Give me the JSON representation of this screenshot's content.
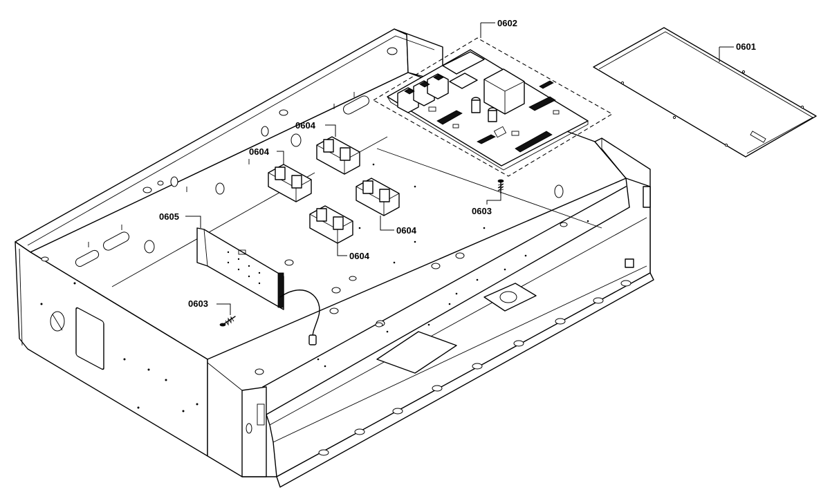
{
  "callouts": [
    {
      "id": "0601",
      "label": "0601"
    },
    {
      "id": "0602",
      "label": "0602"
    },
    {
      "id": "0603a",
      "label": "0603"
    },
    {
      "id": "0603b",
      "label": "0603"
    },
    {
      "id": "0604a",
      "label": "0604"
    },
    {
      "id": "0604b",
      "label": "0604"
    },
    {
      "id": "0604c",
      "label": "0604"
    },
    {
      "id": "0604d",
      "label": "0604"
    },
    {
      "id": "0605",
      "label": "0605"
    }
  ]
}
